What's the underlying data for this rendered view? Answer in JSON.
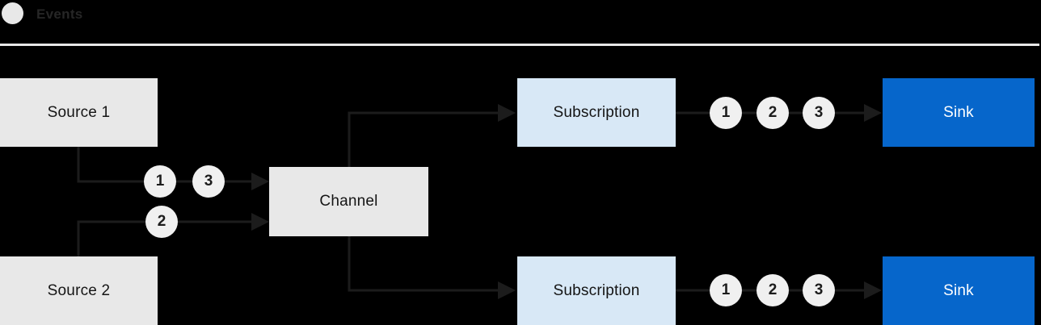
{
  "legend": {
    "label": "Events"
  },
  "nodes": {
    "source1": {
      "label": "Source 1"
    },
    "source2": {
      "label": "Source 2"
    },
    "channel": {
      "label": "Channel"
    },
    "subscription1": {
      "label": "Subscription"
    },
    "subscription2": {
      "label": "Subscription"
    },
    "sink1": {
      "label": "Sink"
    },
    "sink2": {
      "label": "Sink"
    }
  },
  "events": {
    "source1_to_channel": [
      "1",
      "3"
    ],
    "source2_to_channel": [
      "2"
    ],
    "subscription1_to_sink1": [
      "1",
      "2",
      "3"
    ],
    "subscription2_to_sink2": [
      "1",
      "2",
      "3"
    ]
  },
  "colors": {
    "background": "#000000",
    "node_gray": "#e8e8e8",
    "node_light_blue": "#d8e8f6",
    "node_blue": "#0666cb",
    "connector_line": "#1c1c1c",
    "event_circle_fill": "#f0f0f0",
    "text_dark": "#151515",
    "text_light": "#ffffff",
    "divider": "#e8e8e8"
  }
}
